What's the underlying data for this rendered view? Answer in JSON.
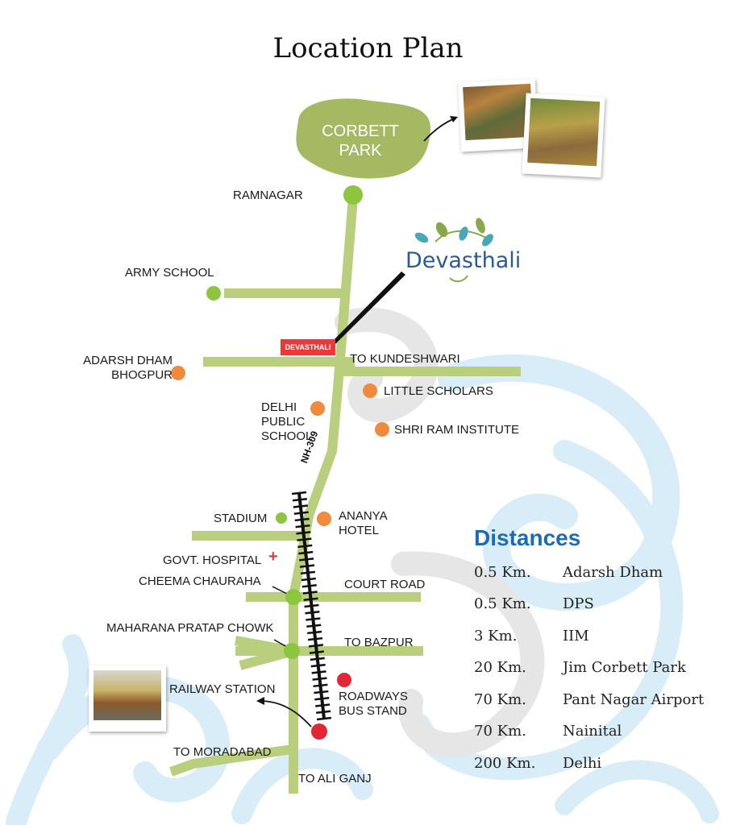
{
  "title": "Location Plan",
  "park_label": [
    "CORBETT",
    "PARK"
  ],
  "brand": "Devasthali",
  "site_badge": "DEVASTHALI",
  "highway": "NH-309",
  "labels": {
    "ramnagar": "RAMNAGAR",
    "army_school": "ARMY SCHOOL",
    "adarsh_dham": [
      "ADARSH DHAM",
      "BHOGPUR"
    ],
    "kundeshwari": "TO KUNDESHWARI",
    "little_scholars": "LITTLE SCHOLARS",
    "dps": [
      "DELHI",
      "PUBLIC",
      "SCHOOL"
    ],
    "shri_ram": "SHRI RAM INSTITUTE",
    "stadium": "STADIUM",
    "ananya": [
      "ANANYA",
      "HOTEL"
    ],
    "govt_hospital": "GOVT. HOSPITAL",
    "cheema": "CHEEMA CHAURAHA",
    "court_road": "COURT ROAD",
    "maharana": "MAHARANA PRATAP CHOWK",
    "bazpur": "TO BAZPUR",
    "railway": "RAILWAY STATION",
    "roadways": [
      "ROADWAYS",
      "BUS STAND"
    ],
    "moradabad": "TO MORADABAD",
    "ali_ganj": "TO ALI GANJ"
  },
  "distances_title": "Distances",
  "distances": [
    {
      "km": "0.5 Km.",
      "place": "Adarsh Dham"
    },
    {
      "km": "0.5 Km.",
      "place": "DPS"
    },
    {
      "km": "3 Km.",
      "place": "IIM"
    },
    {
      "km": "20 Km.",
      "place": "Jim Corbett Park"
    },
    {
      "km": "70 Km.",
      "place": "Pant Nagar Airport"
    },
    {
      "km": "70 Km.",
      "place": "Nainital"
    },
    {
      "km": "200 Km.",
      "place": "Delhi"
    }
  ],
  "colors": {
    "road": "#b9cf7e",
    "green_marker": "#8cc63f",
    "orange_marker": "#f08a3c",
    "red_marker": "#e32636",
    "distances_title": "#1c6cb4",
    "backdrop_blue": "#d8edf8",
    "backdrop_grey": "#e6e6e6"
  }
}
